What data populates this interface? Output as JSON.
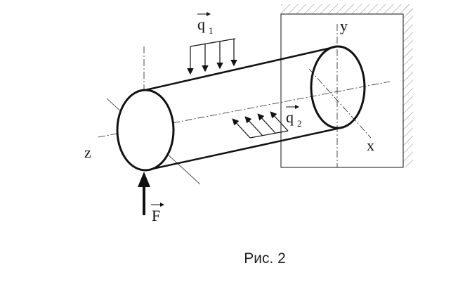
{
  "labels": {
    "axis_y": "y",
    "axis_x": "x",
    "axis_z": "z",
    "load_q1_main": "q",
    "load_q1_sub": "1",
    "load_q2_main": "q",
    "load_q2_sub": "2",
    "force_main": "F"
  },
  "caption": "Рис. 2",
  "colors": {
    "ink": "#111111",
    "hatch": "#777777",
    "background": "#ffffff"
  }
}
